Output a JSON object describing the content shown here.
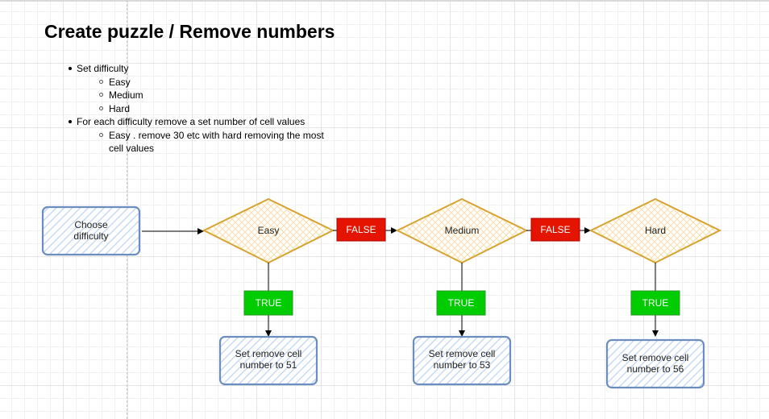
{
  "title": "Create puzzle / Remove numbers",
  "notes": {
    "item1": "Set difficulty",
    "item1_subs": [
      "Easy",
      "Medium",
      "Hard"
    ],
    "item2": "For each difficulty remove a set number of cell values",
    "item2_sub_line1": "Easy . remove 30 etc with hard removing the most",
    "item2_sub_line2": "cell values"
  },
  "flow": {
    "start": {
      "line1": "Choose",
      "line2": "difficulty"
    },
    "decisions": [
      {
        "label": "Easy"
      },
      {
        "label": "Medium"
      },
      {
        "label": "Hard"
      }
    ],
    "false_label": "FALSE",
    "true_label": "TRUE",
    "results": [
      {
        "line1": "Set remove cell",
        "line2": "number to 51"
      },
      {
        "line1": "Set remove cell",
        "line2": "number to 53"
      },
      {
        "line1": "Set remove cell",
        "line2": "number to 56"
      }
    ]
  },
  "colors": {
    "process_border": "#6c8ebf",
    "process_fill": "#dae8fc",
    "decision_border": "#d6a431",
    "decision_fill": "#f5d68f",
    "false_fill": "#e51400",
    "false_border": "#b20000",
    "true_fill": "#00cc00",
    "true_border": "#2d9a2d"
  }
}
